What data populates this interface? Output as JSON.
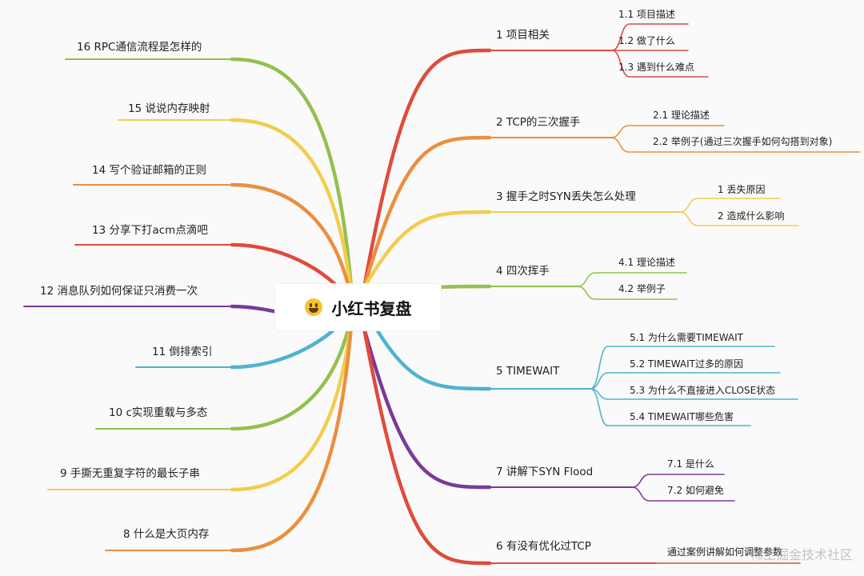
{
  "title": "小红书复盘",
  "watermark": "稀土掘金技术社区",
  "colors": {
    "red": "#e04b3a",
    "orange": "#eb8f3e",
    "yellow": "#f2cd4c",
    "green": "#94c04f",
    "cyan": "#4fb3cf",
    "purple": "#7a3a9a"
  },
  "right": [
    {
      "label": "1 项目相关",
      "children": [
        "1.1 项目描述",
        "1.2 做了什么",
        "1.3 遇到什么难点"
      ]
    },
    {
      "label": "2 TCP的三次握手",
      "children": [
        "2.1 理论描述",
        "2.2 举例子(通过三次握手如何勾搭到对象)"
      ]
    },
    {
      "label": "3 握手之时SYN丢失怎么处理",
      "children": [
        "1 丢失原因",
        "2 造成什么影响"
      ]
    },
    {
      "label": "4 四次挥手",
      "children": [
        "4.1 理论描述",
        "4.2 举例子"
      ]
    },
    {
      "label": "5 TIMEWAIT",
      "children": [
        "5.1 为什么需要TIMEWAIT",
        "5.2 TIMEWAIT过多的原因",
        "5.3 为什么不直接进入CLOSE状态",
        "5.4 TIMEWAIT哪些危害"
      ]
    },
    {
      "label": "7 讲解下SYN Flood",
      "children": [
        "7.1 是什么",
        "7.2 如何避免"
      ]
    },
    {
      "label": "6 有没有优化过TCP",
      "children": [
        "通过案例讲解如何调整参数"
      ]
    }
  ],
  "left": [
    "16 RPC通信流程是怎样的",
    "15 说说内存映射",
    "14 写个验证邮箱的正则",
    "13 分享下打acm点滴吧",
    "12 消息队列如何保证只消费一次",
    "11 倒排索引",
    "10 c实现重载与多态",
    "9 手撕无重复字符的最长子串",
    "8 什么是大页内存"
  ]
}
